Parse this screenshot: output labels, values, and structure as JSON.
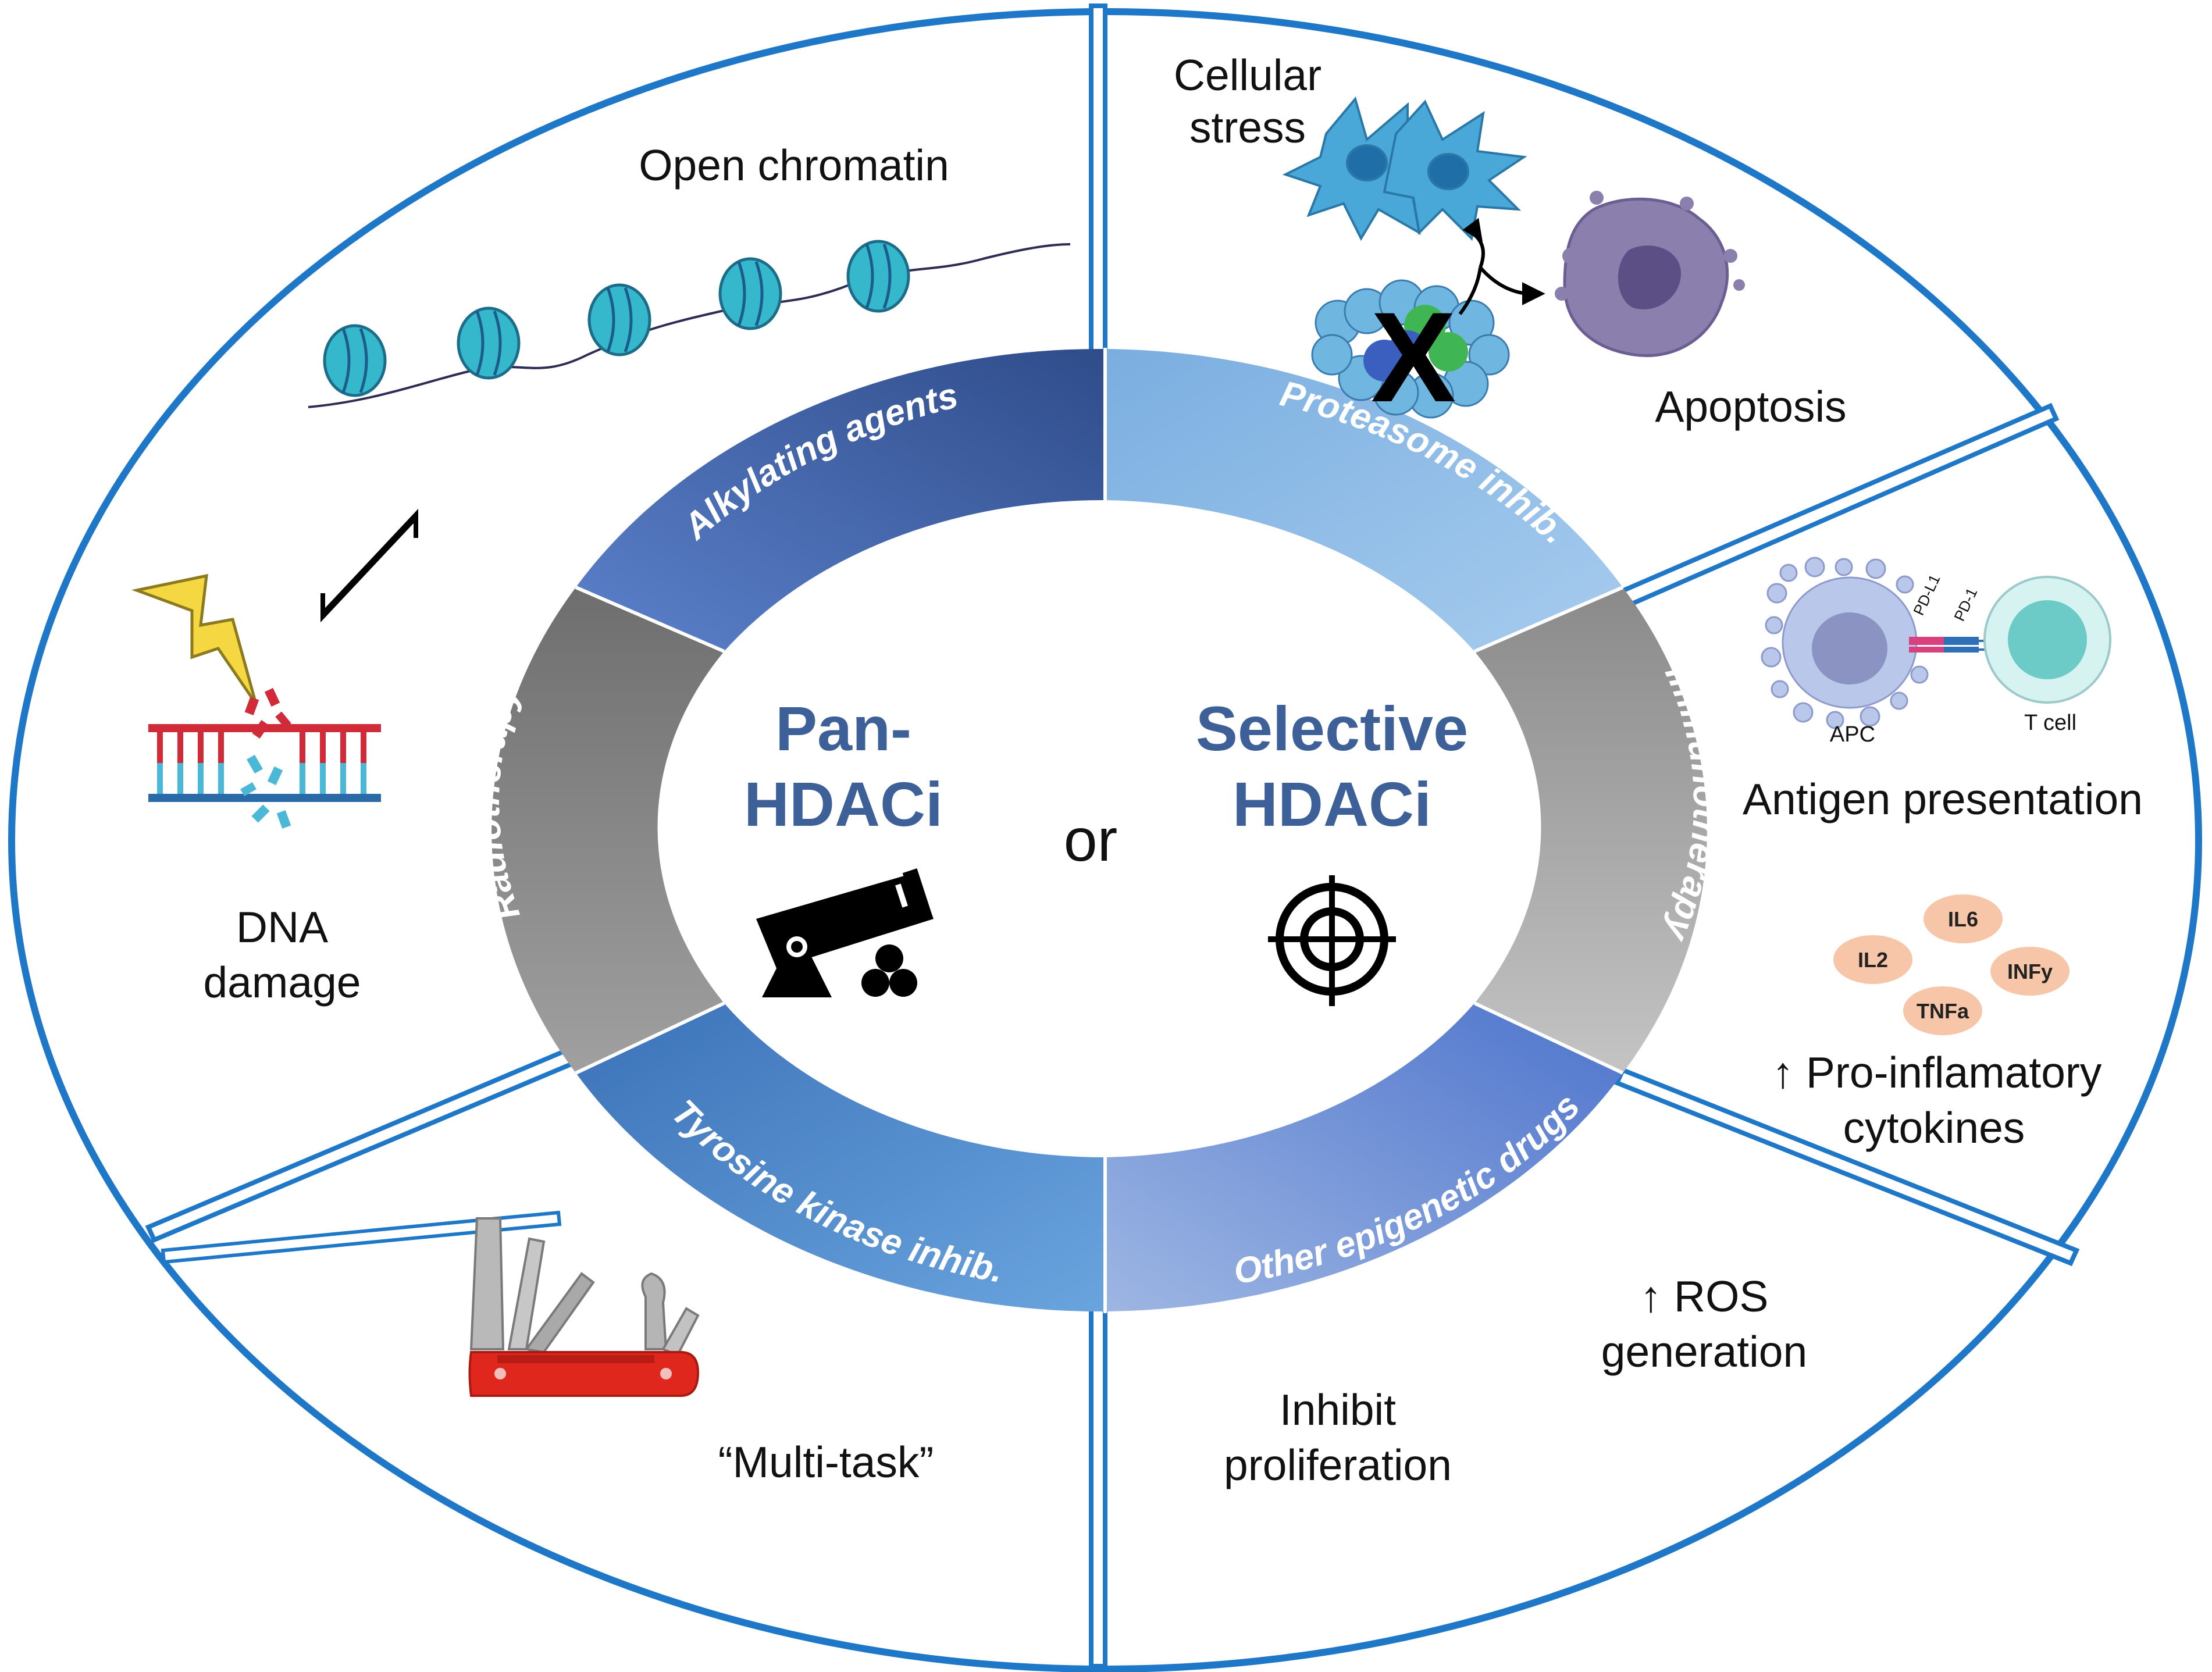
{
  "center": {
    "pan_line1": "Pan-",
    "pan_line2": "HDACi",
    "or": "or",
    "selective_line1": "Selective",
    "selective_line2": "HDACi"
  },
  "ring_segments": [
    {
      "id": "alkylating",
      "label": "Alkylating agents",
      "color": "#4b6db5"
    },
    {
      "id": "proteasome",
      "label": "Proteasome inhib.",
      "color": "#8cb8e3"
    },
    {
      "id": "immunotherapy",
      "label": "Immunotherapy",
      "color": "#a9a9a9"
    },
    {
      "id": "tyrosine",
      "label": "Tyrosine kinase inhib.",
      "color": "#6f95d4"
    },
    {
      "id": "epigenetic",
      "label": "Other epigenetic drugs",
      "color": "#4d8bcc"
    },
    {
      "id": "radiotherapy",
      "label": "Radiotherapy",
      "color": "#7f7f7f"
    }
  ],
  "panels": {
    "chromatin": {
      "label": "Open chromatin"
    },
    "dna_damage": {
      "line1": "DNA",
      "line2": "damage"
    },
    "stress": {
      "line1": "Cellular",
      "line2": "stress",
      "apoptosis": "Apoptosis"
    },
    "immune": {
      "apc": "APC",
      "tcell": "T cell",
      "pdl1": "PD-L1",
      "pd1": "PD-1",
      "antigen": "Antigen presentation",
      "cytokines": [
        "IL6",
        "IL2",
        "INFy",
        "TNFa"
      ],
      "pro_line1": "↑ Pro-inflamatory",
      "pro_line2": "cytokines"
    },
    "proliferation": {
      "ros_line1": "↑ ROS",
      "ros_line2": "generation",
      "inhibit_line1": "Inhibit",
      "inhibit_line2": "proliferation"
    },
    "multitask": {
      "label": "“Multi-task”"
    }
  },
  "colors": {
    "outline_blue": "#1f77c7",
    "center_text": "#3d6099",
    "nucleosome": "#36b8cc"
  }
}
